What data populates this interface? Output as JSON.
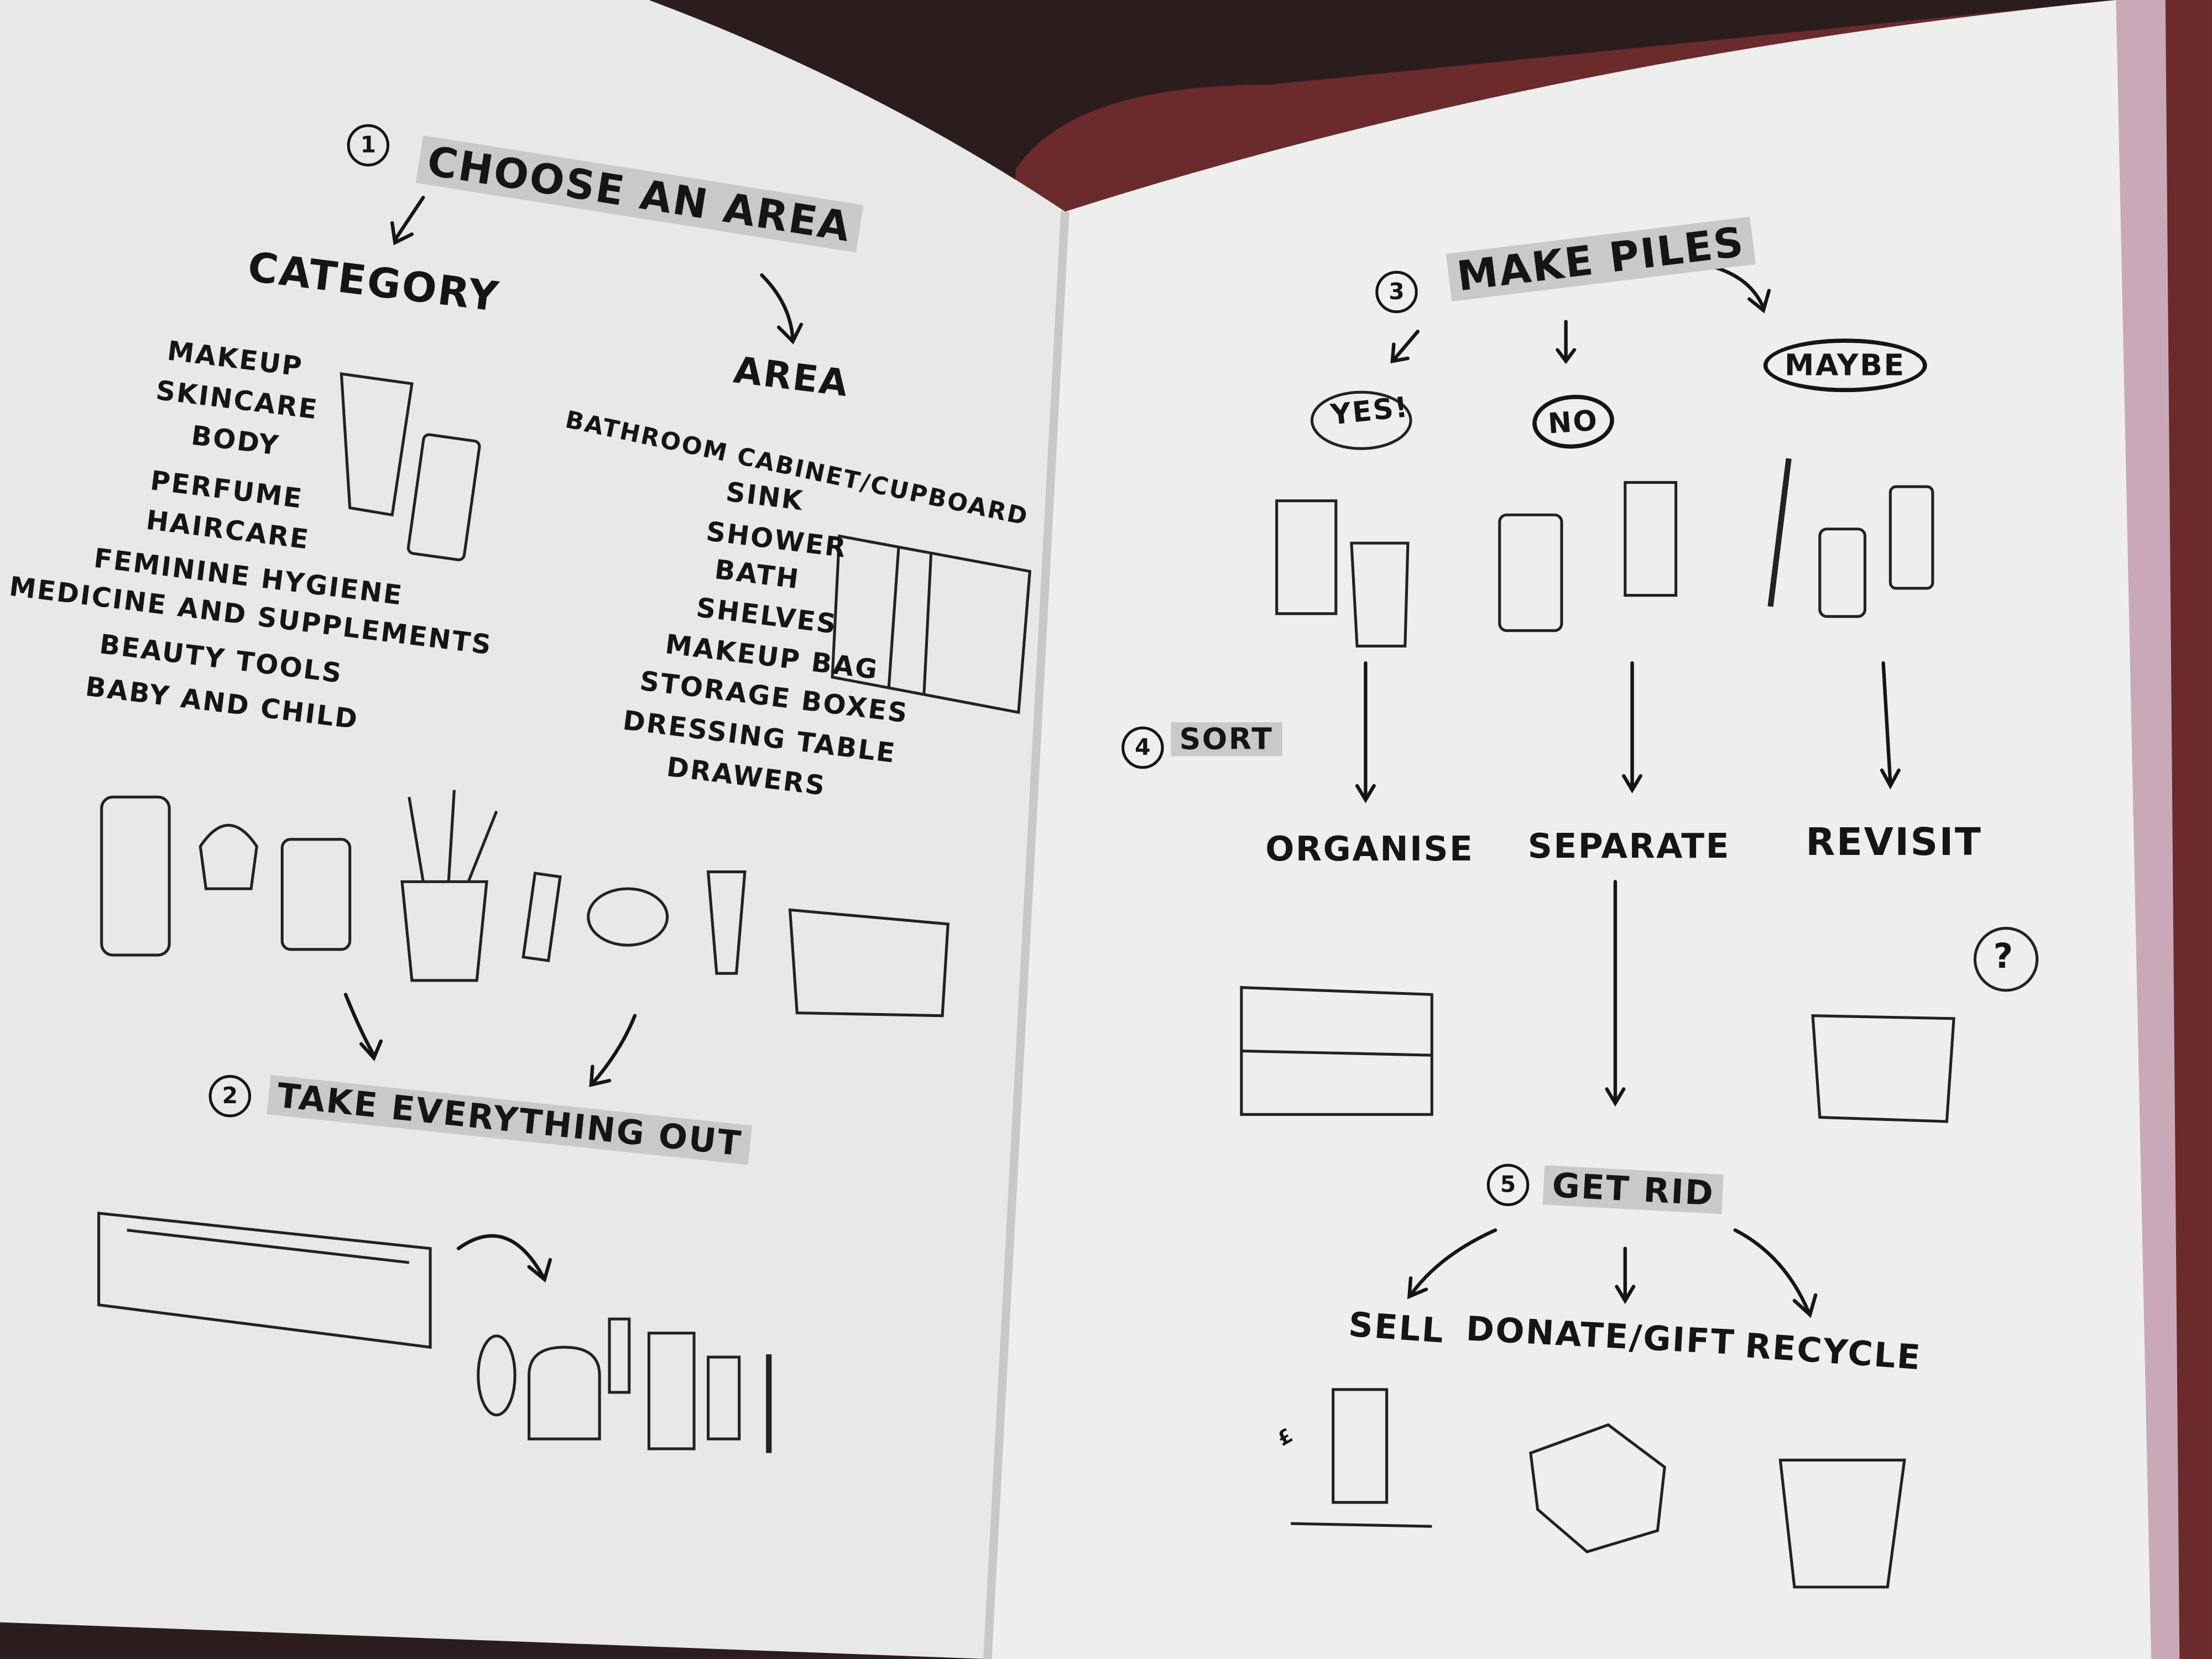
{
  "left_page": {
    "step1": {
      "number": "1",
      "title": "CHOOSE AN AREA"
    },
    "category": {
      "heading": "CATEGORY",
      "items": [
        "MAKEUP",
        "SKINCARE",
        "BODY",
        "PERFUME",
        "HAIRCARE",
        "FEMININE HYGIENE",
        "MEDICINE AND SUPPLEMENTS",
        "BEAUTY TOOLS",
        "BABY AND CHILD"
      ]
    },
    "area": {
      "heading": "AREA",
      "items": [
        "BATHROOM CABINET/CUPBOARD",
        "SINK",
        "SHOWER",
        "BATH",
        "SHELVES",
        "MAKEUP BAG",
        "STORAGE BOXES",
        "DRESSING TABLE",
        "DRAWERS"
      ]
    },
    "step2": {
      "number": "2",
      "title": "TAKE EVERYTHING OUT"
    }
  },
  "right_page": {
    "step3": {
      "number": "3",
      "title": "MAKE PILES"
    },
    "piles": [
      "YES!",
      "NO",
      "MAYBE"
    ],
    "step4": {
      "number": "4",
      "title": "SORT"
    },
    "sort_outcomes": [
      "ORGANISE",
      "SEPARATE",
      "REVISIT"
    ],
    "question_mark": "?",
    "step5": {
      "number": "5",
      "title": "GET RID"
    },
    "get_rid_options": [
      "SELL",
      "DONATE/GIFT",
      "RECYCLE"
    ],
    "price_tag": "£"
  },
  "colors": {
    "page": "#ecedeb",
    "ink": "#151515",
    "highlight": "#c9c9c7",
    "background": "#3a1c20"
  }
}
